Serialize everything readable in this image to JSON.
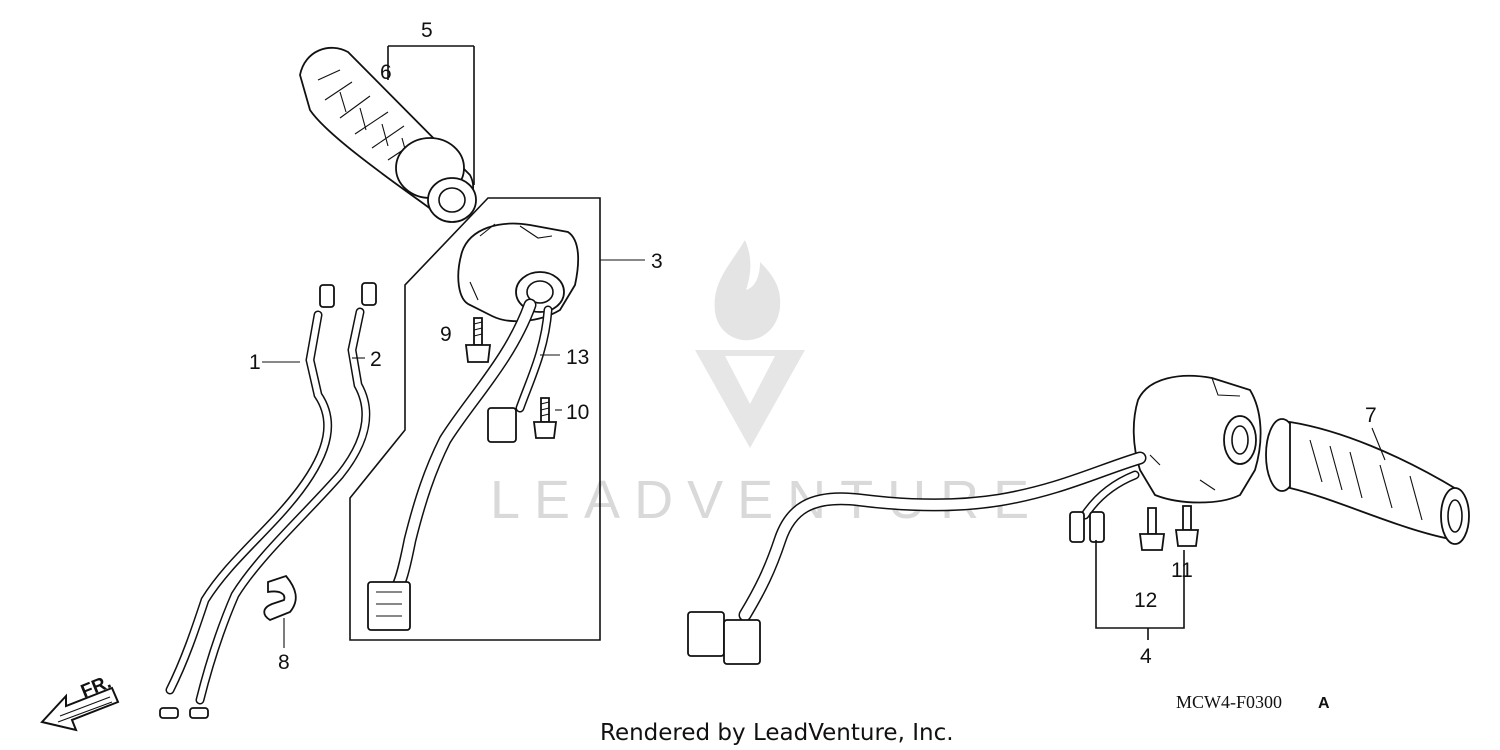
{
  "diagram": {
    "callouts": {
      "n1": "1",
      "n2": "2",
      "n3": "3",
      "n4": "4",
      "n5": "5",
      "n6": "6",
      "n7": "7",
      "n8": "8",
      "n9": "9",
      "n10": "10",
      "n11": "11",
      "n12": "12",
      "n13": "13"
    },
    "direction_label": "FR.",
    "diagram_code": "MCW4-F0300",
    "diagram_code_suffix": "A",
    "credit": "Rendered by LeadVenture, Inc.",
    "watermark_text": "LEADVENTURE"
  }
}
